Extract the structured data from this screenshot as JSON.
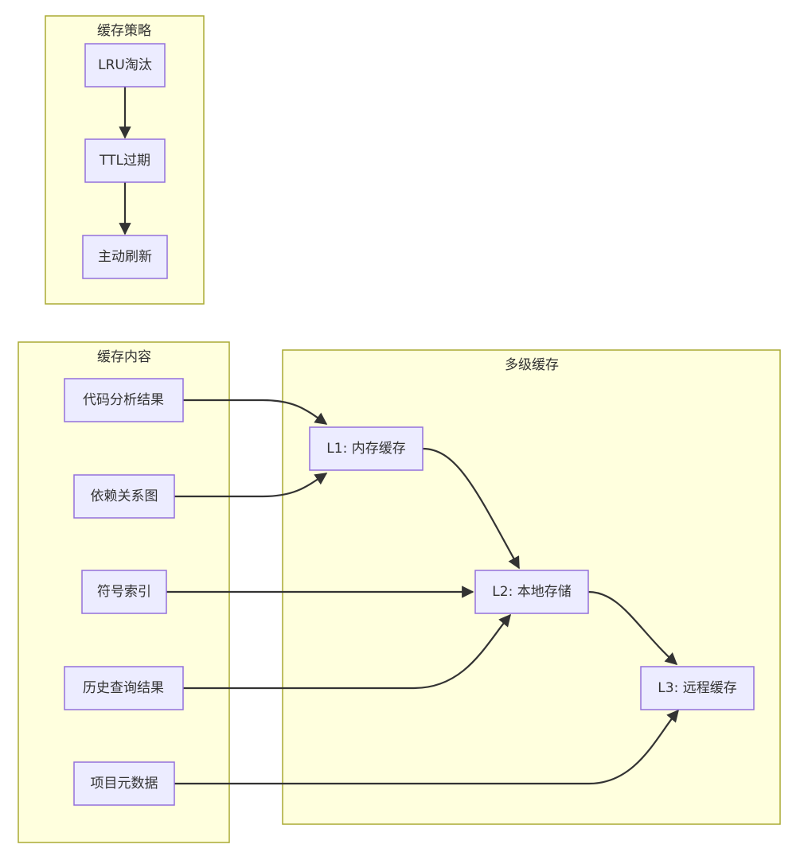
{
  "clusters": {
    "strategy": {
      "title": "缓存策略"
    },
    "content": {
      "title": "缓存内容"
    },
    "levels": {
      "title": "多级缓存"
    }
  },
  "nodes": {
    "lru": {
      "label": "LRU淘汰"
    },
    "ttl": {
      "label": "TTL过期"
    },
    "refresh": {
      "label": "主动刷新"
    },
    "analysis": {
      "label": "代码分析结果"
    },
    "deps": {
      "label": "依赖关系图"
    },
    "symbols": {
      "label": "符号索引"
    },
    "history": {
      "label": "历史查询结果"
    },
    "meta": {
      "label": "项目元数据"
    },
    "l1": {
      "label": "L1: 内存缓存"
    },
    "l2": {
      "label": "L2: 本地存储"
    },
    "l3": {
      "label": "L3: 远程缓存"
    }
  },
  "edges": [
    {
      "from": "lru",
      "to": "ttl"
    },
    {
      "from": "ttl",
      "to": "refresh"
    },
    {
      "from": "analysis",
      "to": "l1"
    },
    {
      "from": "deps",
      "to": "l1"
    },
    {
      "from": "symbols",
      "to": "l2"
    },
    {
      "from": "history",
      "to": "l2"
    },
    {
      "from": "meta",
      "to": "l3"
    },
    {
      "from": "l1",
      "to": "l2"
    },
    {
      "from": "l2",
      "to": "l3"
    }
  ]
}
